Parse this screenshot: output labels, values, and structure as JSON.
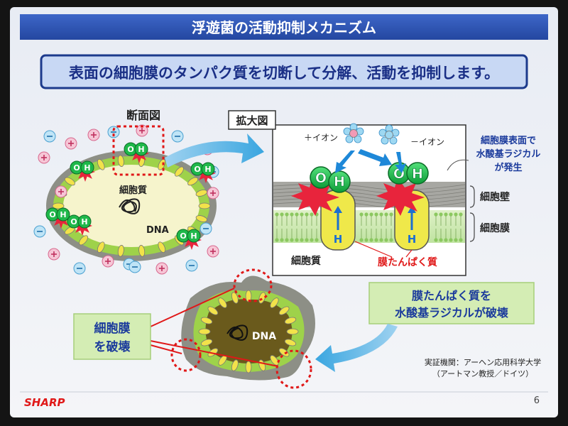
{
  "slide": {
    "title": "浮遊菌の活動抑制メカニズム",
    "subtitle": "表面の細胞膜のタンパク質を切断して分解、活動を抑制します。",
    "page_number": "6",
    "brand": "SHARP",
    "colors": {
      "title_bar": "#2f56b5",
      "accent_red": "#e02020",
      "oh_green": "#1fb84a",
      "membrane_yellow": "#f2e24a"
    }
  },
  "cross_section": {
    "label": "断面図",
    "cytoplasm_label": "細胞質",
    "dna_label": "DNA",
    "oh_label": "OH"
  },
  "magnified": {
    "label": "拡大図",
    "plus_ion": "＋イオン",
    "minus_ion": "－イオン",
    "radical_note": [
      "細胞膜表面で",
      "水酸基ラジカル",
      "が発生"
    ],
    "cell_wall": "細胞壁",
    "cell_membrane": "細胞膜",
    "cytoplasm": "細胞質",
    "membrane_protein": "膜たんぱく質",
    "h_label": "H",
    "oh_label": "OH"
  },
  "result": {
    "protein_box": [
      "膜たんぱく質を",
      "水酸基ラジカルが破壊"
    ],
    "membrane_box": [
      "細胞膜",
      "を破壊"
    ],
    "dna_label": "DNA",
    "source": [
      "実証機関：アーヘン応用科学大学",
      "（アートマン教授／ドイツ）"
    ]
  }
}
